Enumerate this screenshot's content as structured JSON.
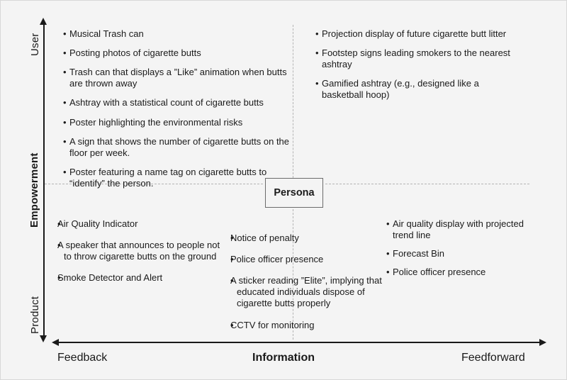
{
  "diagram": {
    "title_vertical_axis": "Empowerment",
    "title_horizontal_axis": "Information",
    "axes": {
      "vertical": {
        "top_label": "User",
        "bottom_label": "Product",
        "name": "Empowerment"
      },
      "horizontal": {
        "left_label": "Feedback",
        "right_label": "Feedforward",
        "name": "Information"
      }
    },
    "center_node": {
      "label": "Persona"
    },
    "colors": {
      "background": "#f4f4f4",
      "axis": "#1a1a1a",
      "dashed_separator": "#b4b4b4",
      "box_border": "#6b6b6b",
      "text": "#1a1a1a"
    },
    "quadrants": {
      "upper_left": {
        "name": "user-feedback",
        "items": [
          "Musical Trash can",
          "Posting photos of cigarette butts",
          "Trash can that displays a ”Like” animation when butts are thrown away",
          "Ashtray with a statistical count of cigarette butts",
          "Poster highlighting the environmental risks",
          "A sign that shows the number of cigarette butts on the floor per week.",
          "Poster  featuring a name tag on cigarette butts to “identify” the person."
        ]
      },
      "upper_right": {
        "name": "user-feedforward",
        "items": [
          "Projection display of future cigarette butt litter",
          "Footstep signs leading smokers to the nearest ashtray",
          "Gamified ashtray (e.g., designed like a basketball hoop)"
        ]
      },
      "lower_left": {
        "name": "product-feedback",
        "items": [
          "Air Quality Indicator",
          "A speaker that announces to people not to throw cigarette butts on the ground",
          "Smoke Detector and Alert"
        ]
      },
      "lower_middle": {
        "name": "product-information",
        "items": [
          "Notice of penalty",
          "Police officer presence",
          "A sticker reading ”Elite”, implying that educated individuals dispose of cigarette butts properly",
          "CCTV for monitoring"
        ]
      },
      "lower_right": {
        "name": "product-feedforward",
        "items": [
          "Air quality display with projected trend line",
          "Forecast Bin",
          "Police officer presence"
        ]
      }
    },
    "icons": {
      "bullet": "•",
      "arrow_up": "arrow-up-icon",
      "arrow_down": "arrow-down-icon",
      "arrow_left": "arrow-left-icon",
      "arrow_right": "arrow-right-icon"
    }
  }
}
